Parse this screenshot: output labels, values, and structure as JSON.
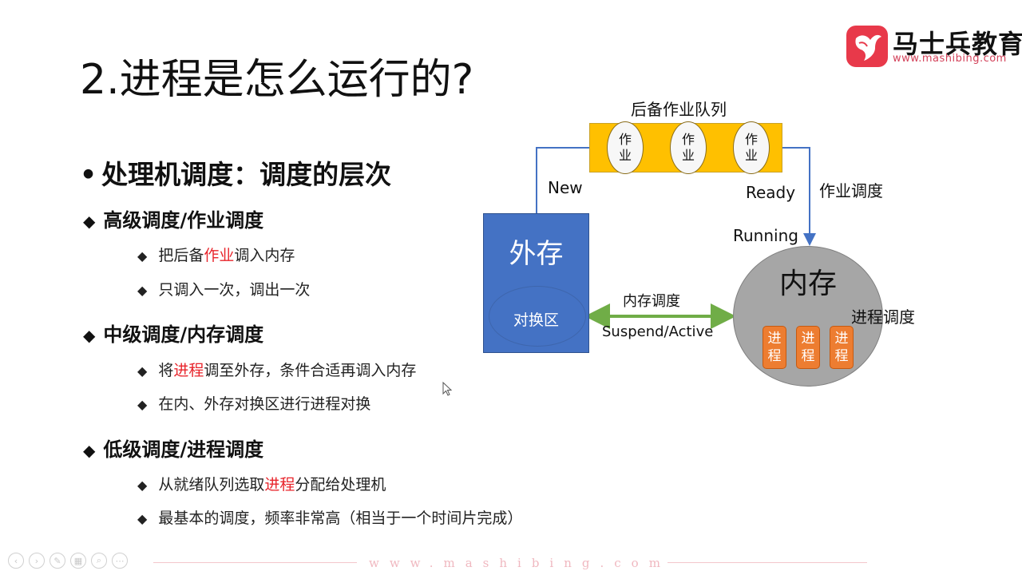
{
  "slide": {
    "title": "2.进程是怎么运行的?",
    "heading": {
      "bullet": "•",
      "text": "处理机调度：调度的层次"
    },
    "sections": [
      {
        "title": "高级调度/作业调度",
        "items": [
          {
            "pre": "把后备",
            "highlight": "作业",
            "post": "调入内存"
          },
          {
            "pre": "只调入一次，调出一次",
            "highlight": "",
            "post": ""
          }
        ]
      },
      {
        "title": "中级调度/内存调度",
        "items": [
          {
            "pre": "将",
            "highlight": "进程",
            "post": "调至外存，条件合适再调入内存"
          },
          {
            "pre": "在内、外存对换区进行进程对换",
            "highlight": "",
            "post": ""
          }
        ]
      },
      {
        "title": "低级调度/进程调度",
        "items": [
          {
            "pre": "从就绪队列选取",
            "highlight": "进程",
            "post": "分配给处理机"
          },
          {
            "pre": "最基本的调度，频率非常高（相当于一个时间片完成）",
            "highlight": "",
            "post": ""
          }
        ]
      }
    ],
    "bullet_glyph": "◆"
  },
  "logo": {
    "name": "马士兵教育",
    "url": "www.mashibing.com",
    "color": "#e8394a"
  },
  "diagram": {
    "queue_title": "后备作业队列",
    "jobs": [
      {
        "line1": "作",
        "line2": "业"
      },
      {
        "line1": "作",
        "line2": "业"
      },
      {
        "line1": "作",
        "line2": "业"
      }
    ],
    "external_storage": "外存",
    "swap_area": "对换区",
    "memory": "内存",
    "processes": [
      {
        "line1": "进",
        "line2": "程"
      },
      {
        "line1": "进",
        "line2": "程"
      },
      {
        "line1": "进",
        "line2": "程"
      }
    ],
    "labels": {
      "new": "New",
      "ready": "Ready",
      "running": "Running",
      "job_scheduling": "作业调度",
      "memory_scheduling": "内存调度",
      "suspend_active": "Suspend/Active",
      "process_scheduling": "进程调度"
    },
    "colors": {
      "queue": "#ffc000",
      "external": "#4472c4",
      "memory": "#a6a6a6",
      "process": "#ed7d31",
      "arrow_blue": "#4472c4",
      "arrow_green": "#70ad47"
    }
  },
  "footer": {
    "url": "www.mashibing.com",
    "toolbar": [
      {
        "name": "prev",
        "glyph": "‹"
      },
      {
        "name": "next",
        "glyph": "›"
      },
      {
        "name": "pen",
        "glyph": "✎"
      },
      {
        "name": "slides",
        "glyph": "▦"
      },
      {
        "name": "zoom",
        "glyph": "⌕"
      },
      {
        "name": "more",
        "glyph": "⋯"
      }
    ]
  }
}
